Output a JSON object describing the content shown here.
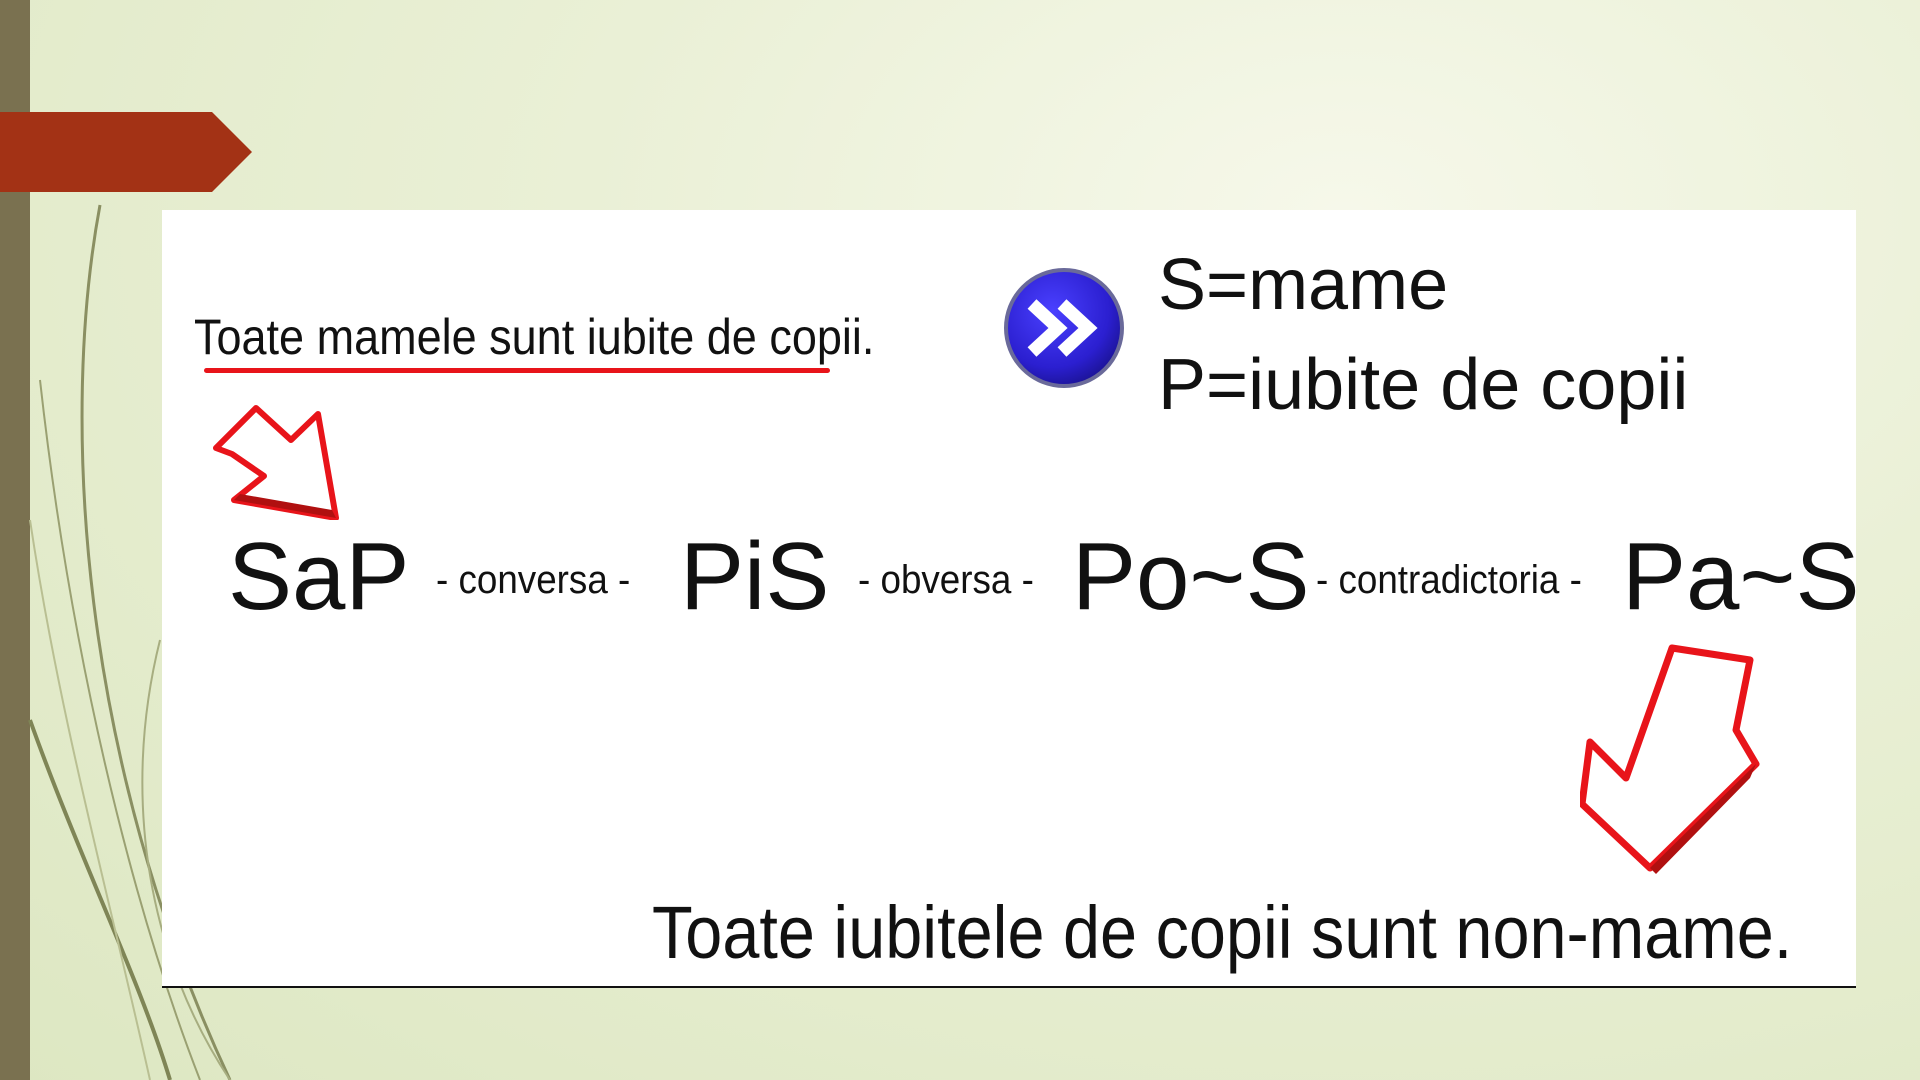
{
  "premise": "Toate mamele sunt iubite de copii.",
  "definitions": {
    "s": "S=mame",
    "p": "P=iubite de copii"
  },
  "chain": {
    "sap": "SaP",
    "conversa": "- conversa -",
    "pis": "PiS",
    "obversa": "- obversa -",
    "pos": "Po~S",
    "contradictoria": "- contradictoria -",
    "pas": "Pa~S"
  },
  "conclusion": "Toate iubitele de copii sunt non-mame.",
  "colors": {
    "accent_red": "#e8141a",
    "tab_red": "#a33215",
    "icon_blue": "#2b1fd0",
    "side_bar": "#7a7150"
  },
  "icons": {
    "next": "double-chevron-right-icon",
    "arrow_down_right": "arrow-down-right-icon",
    "arrow_down_left": "arrow-down-left-icon"
  }
}
